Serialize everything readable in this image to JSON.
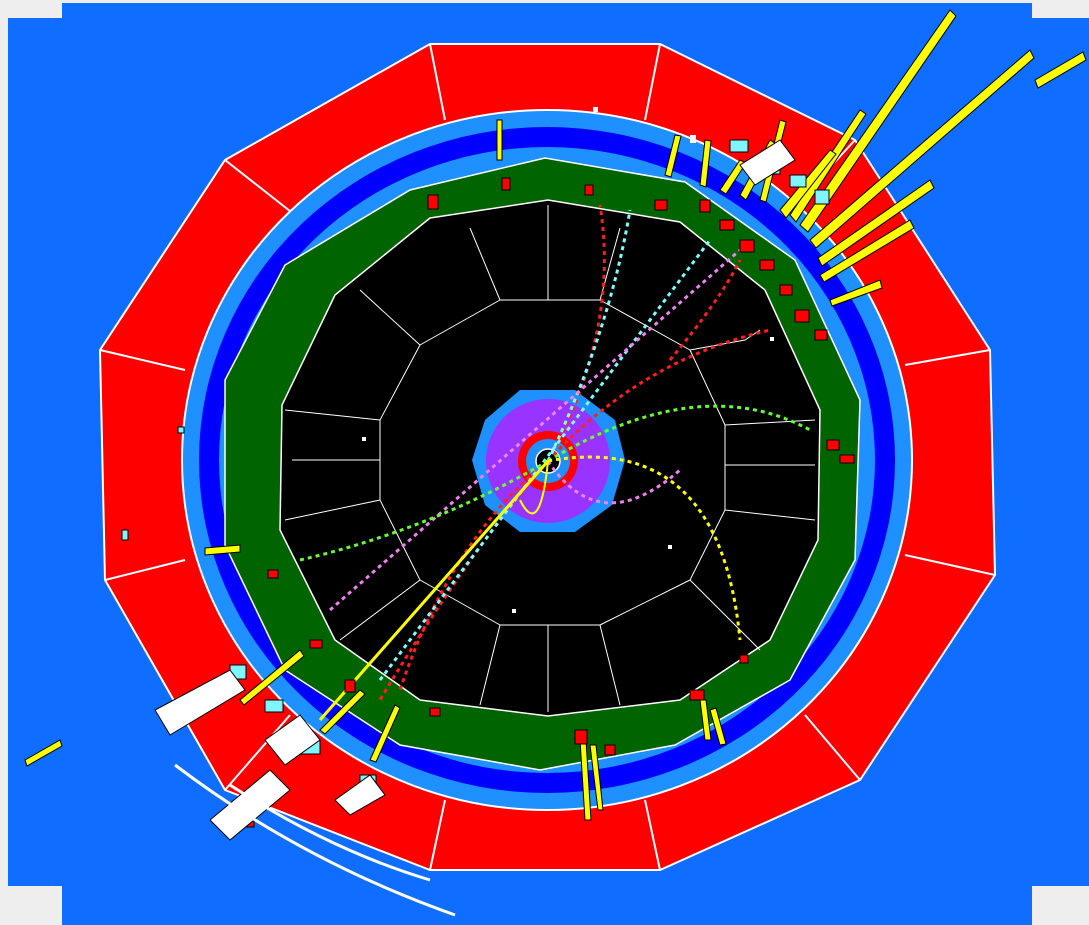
{
  "colors": {
    "page_background": "#f2f2f2",
    "panel_background": "#0f6eff",
    "outer_calorimeter": "#ff0000",
    "module_borders": "#ffffff",
    "muon_layer": "#0000ff",
    "em_calorimeter": "#006400",
    "tracking_chamber": "#000000",
    "inner_detector": "#8a2be2",
    "energy_bars": "#ffff00",
    "energy_cells": "#ff0000",
    "muon_hits": "#7ff5ff",
    "muon_chamber_boxes": "#ffffff"
  },
  "tracks": [
    {
      "name": "track-red-1",
      "color": "#ff2020",
      "style": "dotted"
    },
    {
      "name": "track-red-2",
      "color": "#ff2020",
      "style": "dotted"
    },
    {
      "name": "track-cyan",
      "color": "#7fffff",
      "style": "dotted"
    },
    {
      "name": "track-violet",
      "color": "#ee82ee",
      "style": "dotted"
    },
    {
      "name": "track-green",
      "color": "#66ff33",
      "style": "dotted"
    },
    {
      "name": "track-yellow-curl",
      "color": "#ffff00",
      "style": "dotted"
    },
    {
      "name": "track-yellow-line",
      "color": "#ffff00",
      "style": "solid"
    }
  ],
  "energy_deposits": {
    "jet_direction_upper_right": "dense",
    "jet_direction_lower_left": "dense",
    "scattered": "sparse"
  }
}
